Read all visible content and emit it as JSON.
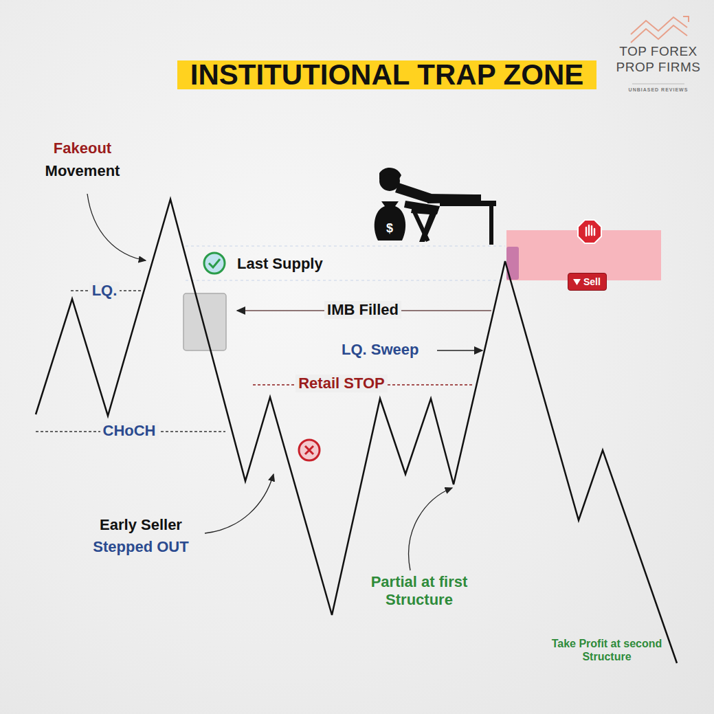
{
  "diagram": {
    "title": "INSTITUTIONAL TRAP ZONE",
    "nodes": [
      {
        "text": [
          "Sell"
        ]
      }
    ],
    "labels": [
      "Fakeout",
      "Movement",
      "LQ.",
      "Last Supply",
      "IMB Filled",
      "LQ. Sweep",
      "Retail STOP",
      "CHoCH",
      "Early Seller",
      "Stepped OUT",
      "Partial at first Structure",
      "Take Profit at second Structure",
      "TOP FOREX PROP FIRMS",
      "UNBIASED REVIEWS"
    ]
  }
}
